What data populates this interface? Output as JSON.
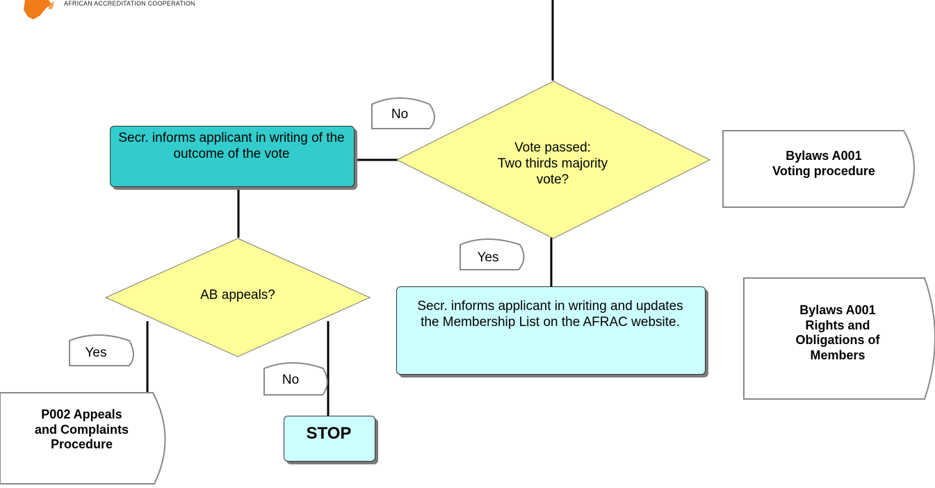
{
  "header": {
    "logo_text": "AFRICAN ACCREDITATION COOPERATION"
  },
  "diagram": {
    "decision_vote": "Vote passed:\nTwo thirds majority\nvote?",
    "process_inform_outcome": "Secr. informs applicant in writing of the outcome of the vote",
    "process_inform_membership": "Secr. informs applicant in writing and updates the Membership List on the AFRAC website.",
    "decision_appeal": "AB appeals?",
    "terminator_stop": "STOP",
    "label_no_vote": "No",
    "label_yes_vote": "Yes",
    "label_yes_appeal": "Yes",
    "label_no_appeal": "No",
    "ref_voting": "Bylaws A001\nVoting procedure",
    "ref_rights": "Bylaws A001\nRights and\nObligations of\nMembers",
    "ref_appeals": "P002 Appeals\nand Complaints\nProcedure"
  },
  "colors": {
    "decision_fill": "#ffff99",
    "teal_process": "#33cccc",
    "pale_process": "#ccffff",
    "logo_orange": "#f07d1a"
  }
}
